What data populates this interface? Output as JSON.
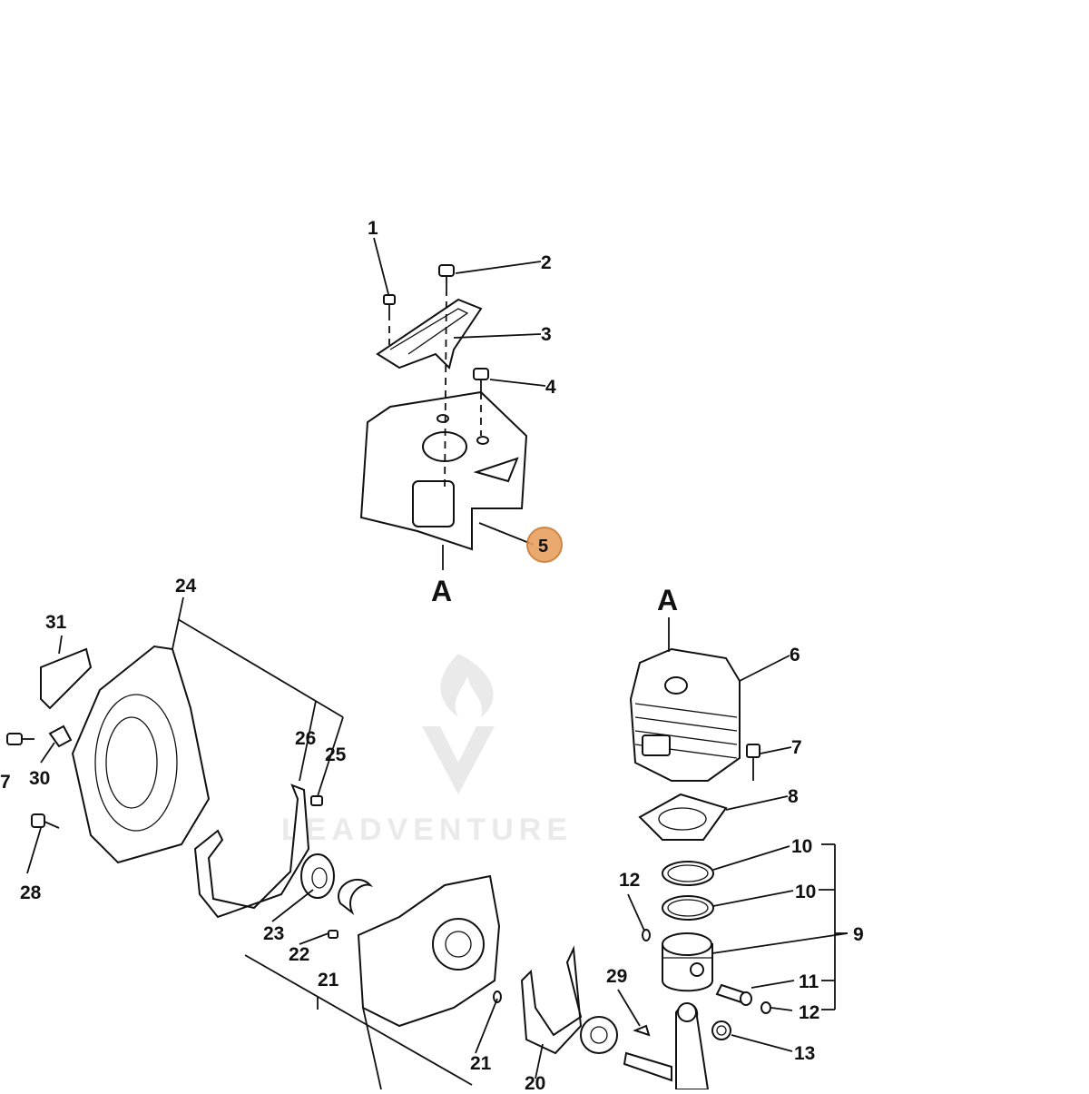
{
  "diagram": {
    "callouts": [
      "1",
      "2",
      "3",
      "4",
      "5",
      "6",
      "7",
      "8",
      "9",
      "10",
      "10",
      "11",
      "12",
      "12",
      "13",
      "20",
      "21",
      "21",
      "22",
      "23",
      "24",
      "25",
      "26",
      "28",
      "29",
      "30",
      "31",
      "7"
    ],
    "section_labels": [
      "A",
      "A"
    ],
    "watermark": "LEADVENTURE",
    "highlight": {
      "label": "5",
      "color": "#e8a060",
      "stroke": "#c97a35"
    }
  }
}
